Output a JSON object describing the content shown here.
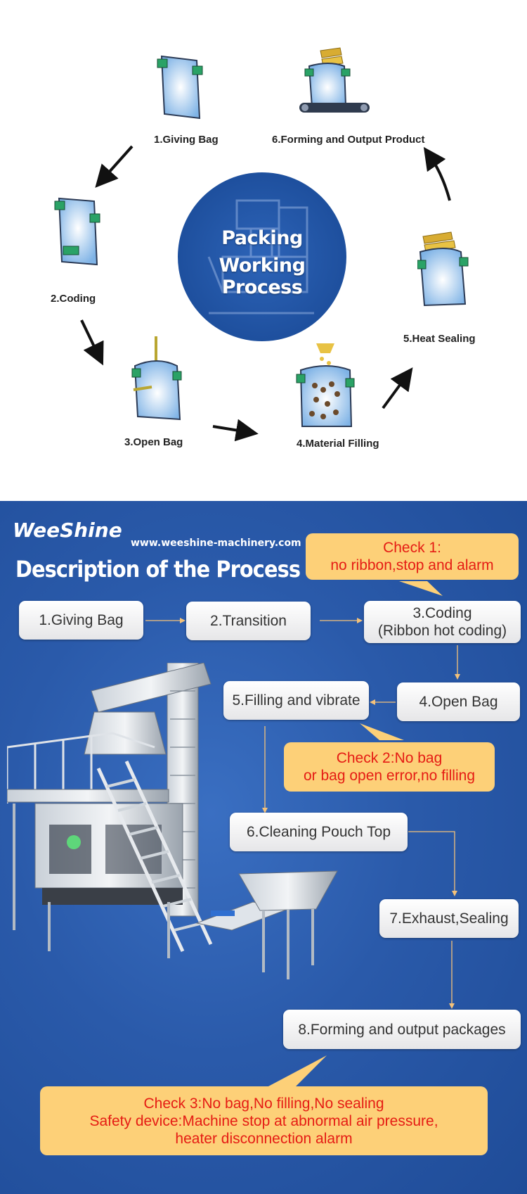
{
  "top": {
    "circle_title_line1": "Packing",
    "circle_title_line2": "Working Process",
    "steps": [
      {
        "label": "1.Giving Bag"
      },
      {
        "label": "2.Coding"
      },
      {
        "label": "3.Open Bag"
      },
      {
        "label": "4.Material Filling"
      },
      {
        "label": "5.Heat Sealing"
      },
      {
        "label": "6.Forming and Output Product"
      }
    ]
  },
  "bottom": {
    "logo": "WeeShine",
    "website": "www.weeshine-machinery.com",
    "heading": "Description of the Process",
    "boxes": [
      {
        "line1": "1.Giving Bag",
        "line2": ""
      },
      {
        "line1": "2.Transition",
        "line2": ""
      },
      {
        "line1": "3.Coding",
        "line2": "(Ribbon hot coding)"
      },
      {
        "line1": "4.Open Bag",
        "line2": ""
      },
      {
        "line1": "5.Filling and vibrate",
        "line2": ""
      },
      {
        "line1": "6.Cleaning Pouch Top",
        "line2": ""
      },
      {
        "line1": "7.Exhaust,Sealing",
        "line2": ""
      },
      {
        "line1": "8.Forming and output packages",
        "line2": ""
      }
    ],
    "checks": [
      {
        "line1": "Check 1:",
        "line2": "no ribbon,stop and alarm",
        "line3": ""
      },
      {
        "line1": "Check 2:No bag",
        "line2": "or bag open error,no filling",
        "line3": ""
      },
      {
        "line1": "Check 3:No bag,No filling,No sealing",
        "line2": "Safety device:Machine stop at abnormal air pressure,",
        "line3": "heater disconnection alarm"
      }
    ]
  },
  "colors": {
    "background_blue": "#2a5aaa",
    "circle_blue": "#1d4e9c",
    "check_fill": "#fdd078",
    "check_text": "#e51c14",
    "box_text": "#333333"
  }
}
